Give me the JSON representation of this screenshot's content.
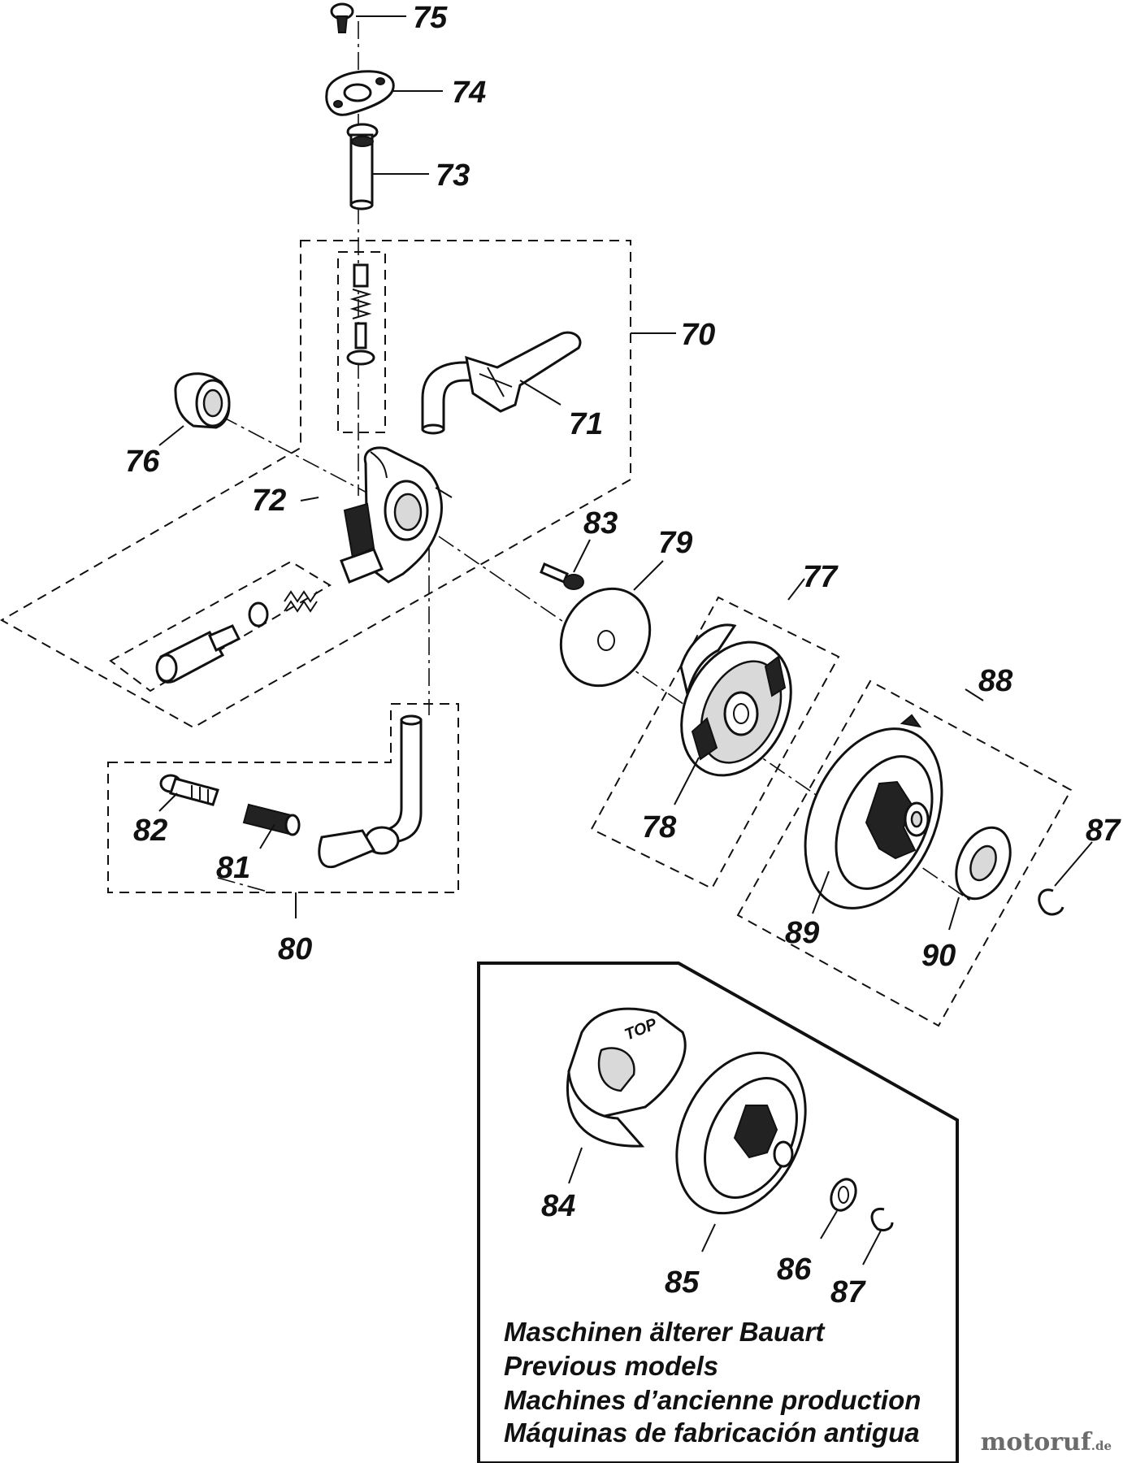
{
  "callouts": {
    "p70": "70",
    "p71": "71",
    "p72": "72",
    "p73": "73",
    "p74": "74",
    "p75": "75",
    "p76": "76",
    "p77": "77",
    "p78": "78",
    "p79": "79",
    "p80": "80",
    "p81": "81",
    "p82": "82",
    "p83": "83",
    "p84": "84",
    "p85": "85",
    "p86": "86",
    "p87a": "87",
    "p87b": "87",
    "p88": "88",
    "p89": "89",
    "p90": "90"
  },
  "inset": {
    "stamp": "TOP",
    "caption": [
      "Maschinen älterer Bauart",
      "Previous models",
      "Machines d’ancienne production",
      "Máquinas de fabricación antigua"
    ]
  },
  "watermark": {
    "name": "motoruf",
    "tld": ".de"
  }
}
